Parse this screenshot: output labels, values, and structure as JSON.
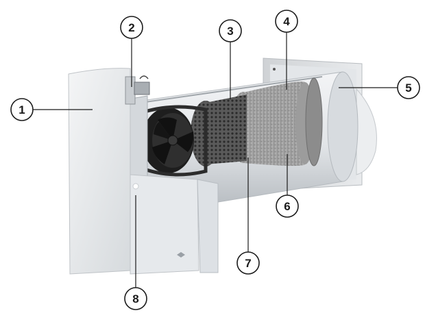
{
  "callouts": [
    {
      "id": "1",
      "label": "1"
    },
    {
      "id": "2",
      "label": "2"
    },
    {
      "id": "3",
      "label": "3"
    },
    {
      "id": "4",
      "label": "4"
    },
    {
      "id": "5",
      "label": "5"
    },
    {
      "id": "6",
      "label": "6"
    },
    {
      "id": "7",
      "label": "7"
    },
    {
      "id": "8",
      "label": "8"
    }
  ],
  "colors": {
    "panel": "#eef0f2",
    "panel_shade": "#d9dde1",
    "tube": "#e4e7ea",
    "tube_shade": "#c7ccd1",
    "fan": "#2a2a2a",
    "mesh_filter": "#4a4a4a",
    "foam_filter": "#8f8f8f",
    "frame": "#d8dadc"
  }
}
